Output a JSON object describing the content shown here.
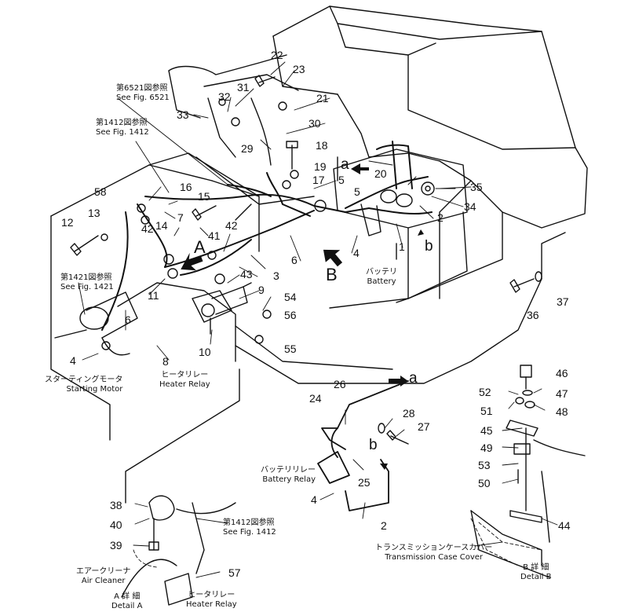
{
  "parts": [
    {
      "id": "p1",
      "text": "1"
    },
    {
      "id": "p2a",
      "text": "2"
    },
    {
      "id": "p2b",
      "text": "2"
    },
    {
      "id": "p3",
      "text": "3"
    },
    {
      "id": "p4a",
      "text": "4"
    },
    {
      "id": "p4b",
      "text": "4"
    },
    {
      "id": "p4c",
      "text": "4"
    },
    {
      "id": "p5a",
      "text": "5"
    },
    {
      "id": "p5b",
      "text": "5"
    },
    {
      "id": "p6a",
      "text": "6"
    },
    {
      "id": "p6b",
      "text": "6"
    },
    {
      "id": "p7",
      "text": "7"
    },
    {
      "id": "p8",
      "text": "8"
    },
    {
      "id": "p9",
      "text": "9"
    },
    {
      "id": "p10",
      "text": "10"
    },
    {
      "id": "p11",
      "text": "11"
    },
    {
      "id": "p12",
      "text": "12"
    },
    {
      "id": "p13",
      "text": "13"
    },
    {
      "id": "p14",
      "text": "14"
    },
    {
      "id": "p15",
      "text": "15"
    },
    {
      "id": "p16",
      "text": "16"
    },
    {
      "id": "p17",
      "text": "17"
    },
    {
      "id": "p18",
      "text": "18"
    },
    {
      "id": "p19",
      "text": "19"
    },
    {
      "id": "p20",
      "text": "20"
    },
    {
      "id": "p21",
      "text": "21"
    },
    {
      "id": "p22",
      "text": "22"
    },
    {
      "id": "p23",
      "text": "23"
    },
    {
      "id": "p24",
      "text": "24"
    },
    {
      "id": "p25",
      "text": "25"
    },
    {
      "id": "p26",
      "text": "26"
    },
    {
      "id": "p27",
      "text": "27"
    },
    {
      "id": "p28",
      "text": "28"
    },
    {
      "id": "p29",
      "text": "29"
    },
    {
      "id": "p30",
      "text": "30"
    },
    {
      "id": "p31",
      "text": "31"
    },
    {
      "id": "p32",
      "text": "32"
    },
    {
      "id": "p33",
      "text": "33"
    },
    {
      "id": "p34",
      "text": "34"
    },
    {
      "id": "p35",
      "text": "35"
    },
    {
      "id": "p36",
      "text": "36"
    },
    {
      "id": "p37",
      "text": "37"
    },
    {
      "id": "p38",
      "text": "38"
    },
    {
      "id": "p39",
      "text": "39"
    },
    {
      "id": "p40",
      "text": "40"
    },
    {
      "id": "p41",
      "text": "41"
    },
    {
      "id": "p42a",
      "text": "42"
    },
    {
      "id": "p42b",
      "text": "42"
    },
    {
      "id": "p43",
      "text": "43"
    },
    {
      "id": "p44",
      "text": "44"
    },
    {
      "id": "p45",
      "text": "45"
    },
    {
      "id": "p46",
      "text": "46"
    },
    {
      "id": "p47",
      "text": "47"
    },
    {
      "id": "p48",
      "text": "48"
    },
    {
      "id": "p49",
      "text": "49"
    },
    {
      "id": "p50",
      "text": "50"
    },
    {
      "id": "p51",
      "text": "51"
    },
    {
      "id": "p52",
      "text": "52"
    },
    {
      "id": "p53",
      "text": "53"
    },
    {
      "id": "p54",
      "text": "54"
    },
    {
      "id": "p55",
      "text": "55"
    },
    {
      "id": "p56",
      "text": "56"
    },
    {
      "id": "p57",
      "text": "57"
    },
    {
      "id": "p58",
      "text": "58"
    }
  ],
  "letters": {
    "A": "A",
    "B": "B",
    "a1": "a",
    "a2": "a",
    "b1": "b",
    "b2": "b"
  },
  "captions": {
    "fig6521_jp": "第6521図参照",
    "fig6521_en": "See Fig. 6521",
    "fig1412_jp": "第1412図参照",
    "fig1412_en": "See Fig. 1412",
    "fig1421_jp": "第1421図参照",
    "fig1421_en": "See Fig. 1421",
    "battery_jp": "バッテリ",
    "battery_en": "Battery",
    "starting_motor_jp": "スターティングモータ",
    "starting_motor_en": "Starting Motor",
    "heater_relay_jp": "ヒータリレー",
    "heater_relay_en": "Heater Relay",
    "battery_relay_jp": "バッテリリレー",
    "battery_relay_en": "Battery Relay",
    "trans_cover_jp": "トランスミッションケースカバー",
    "trans_cover_en": "Transmission Case Cover",
    "detail_b_jp": "B 詳 細",
    "detail_b_en": "Detail B",
    "fig1412b_jp": "第1412図参照",
    "fig1412b_en": "See Fig. 1412",
    "air_cleaner_jp": "エアークリーナ",
    "air_cleaner_en": "Air Cleaner",
    "heater_relay2_jp": "ヒータリレー",
    "heater_relay2_en": "Heater Relay",
    "detail_a_jp": "A 詳 細",
    "detail_a_en": "Detail A"
  }
}
